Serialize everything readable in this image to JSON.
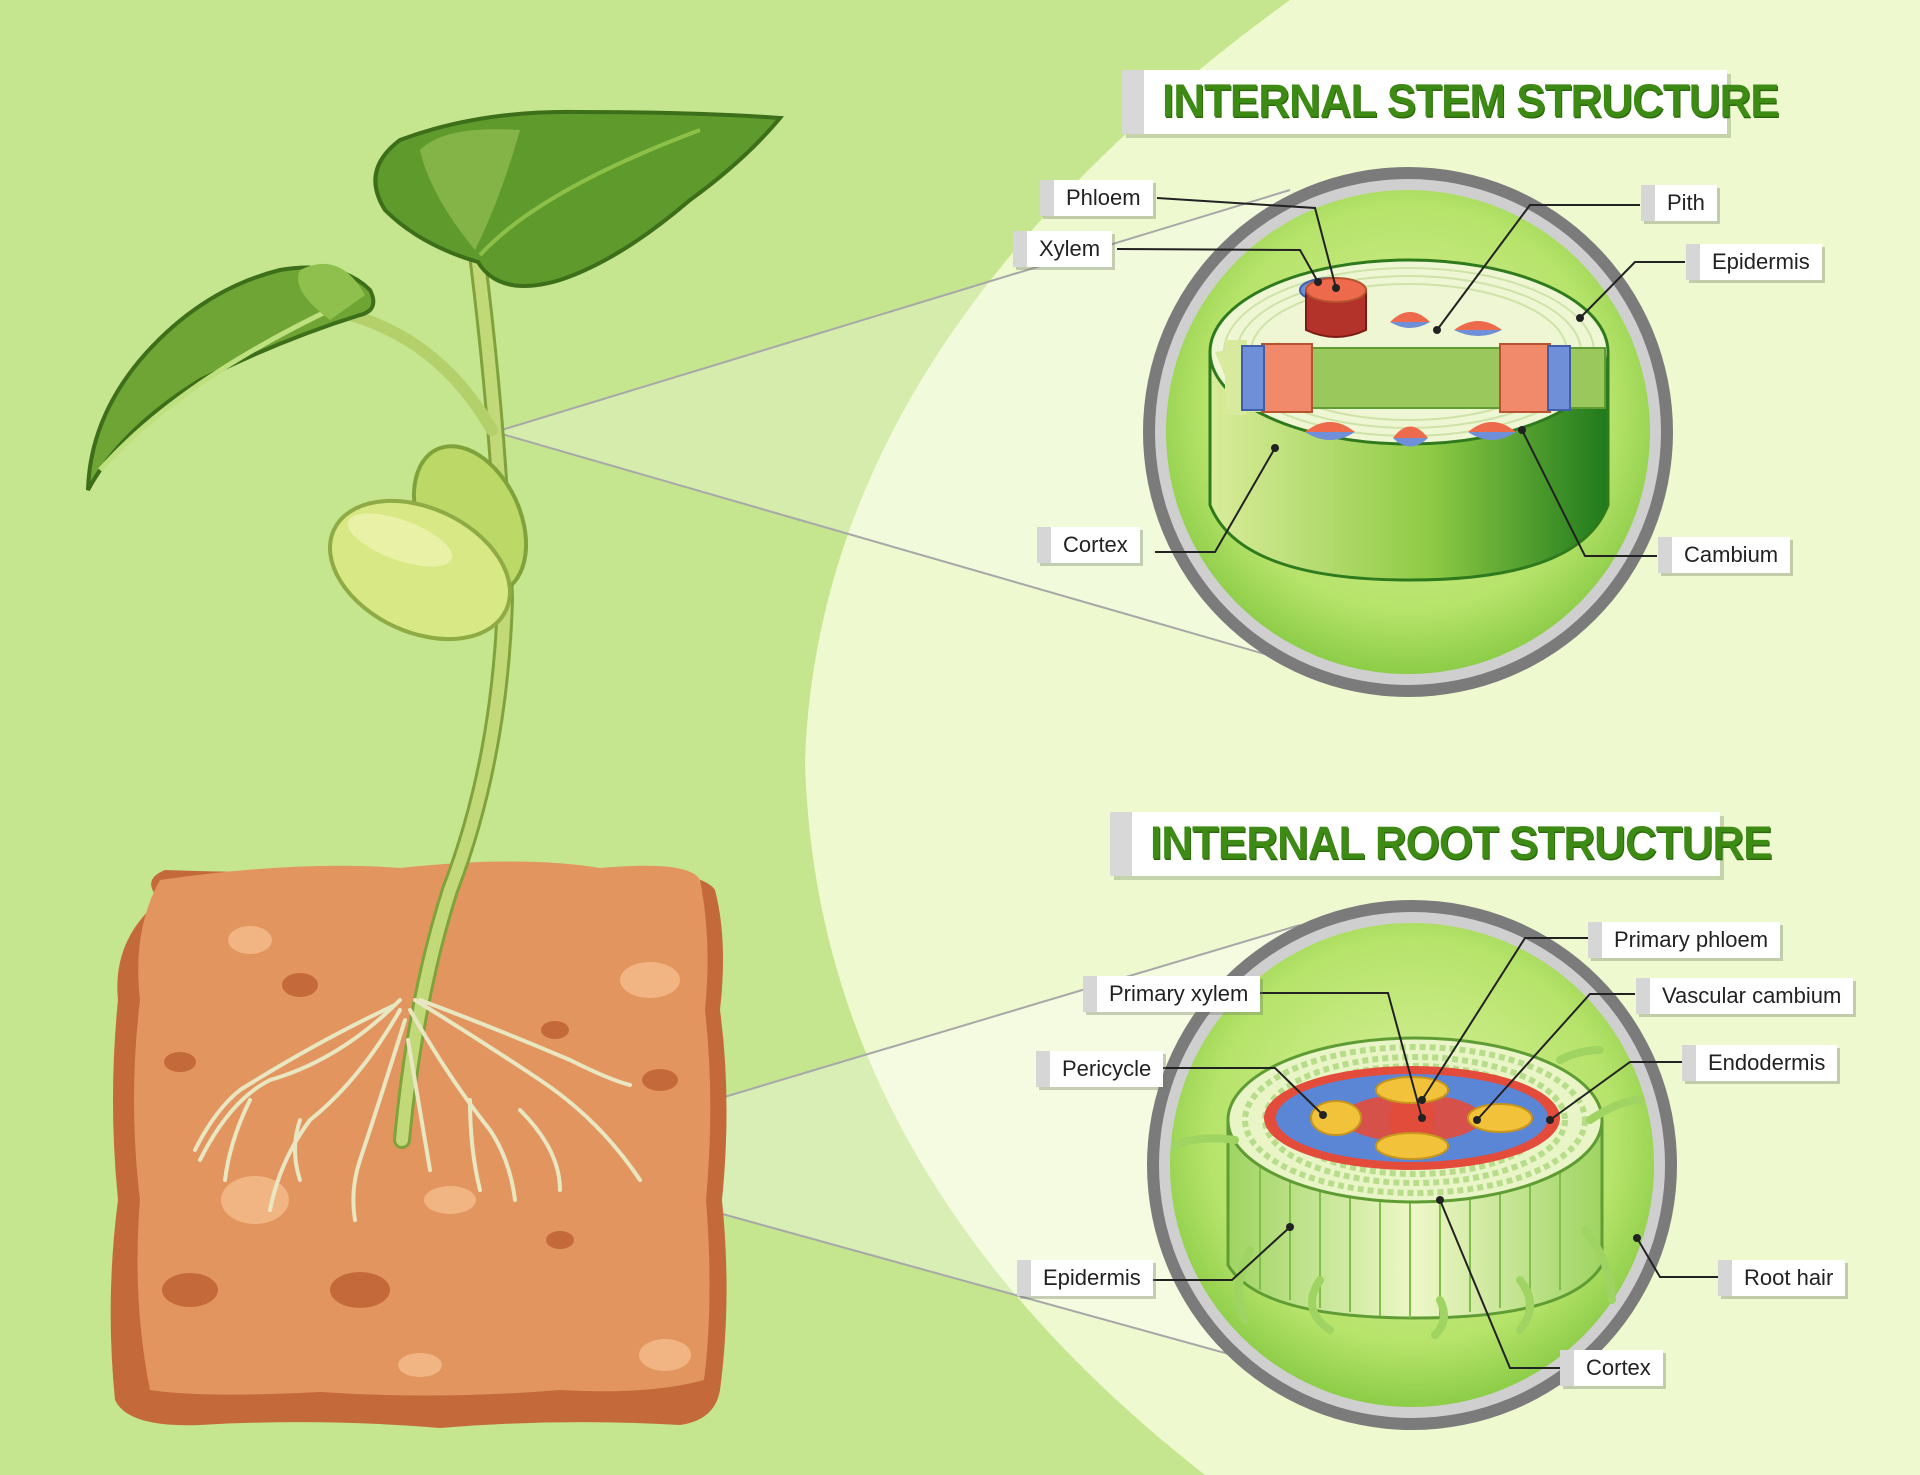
{
  "stem": {
    "title": "INTERNAL STEM STRUCTURE",
    "labels": {
      "phloem": "Phloem",
      "xylem": "Xylem",
      "pith": "Pith",
      "epidermis": "Epidermis",
      "cortex": "Cortex",
      "cambium": "Cambium"
    }
  },
  "root": {
    "title": "INTERNAL ROOT STRUCTURE",
    "labels": {
      "primary_phloem": "Primary phloem",
      "primary_xylem": "Primary xylem",
      "vascular_cambium": "Vascular cambium",
      "pericycle": "Pericycle",
      "endodermis": "Endodermis",
      "epidermis": "Epidermis",
      "root_hair": "Root hair",
      "cortex": "Cortex"
    }
  },
  "colors": {
    "background": "#c5e58e",
    "highlight": "#eef9cf",
    "title_green": "#3d8a14",
    "soil": "#e2955e",
    "xylem_red": "#ee6a4c",
    "phloem_blue": "#6f90d8"
  }
}
